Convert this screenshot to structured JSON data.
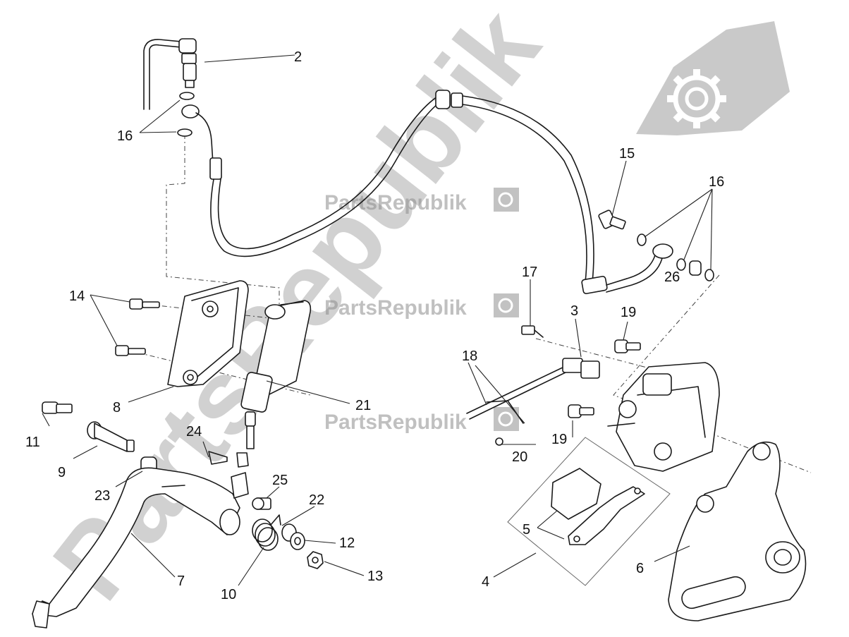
{
  "watermark": {
    "brand": "PartsRepublik",
    "colors": {
      "watermark_gray": "#9a9a9a",
      "line": "#1a1a1a",
      "background": "#ffffff"
    },
    "icons": [
      "gear-icon",
      "flag-icon"
    ]
  },
  "callouts": {
    "c2": "2",
    "c16a": "16",
    "c16b": "16",
    "c15": "15",
    "c14": "14",
    "c17": "17",
    "c3": "3",
    "c19a": "19",
    "c26": "26",
    "c18": "18",
    "c8": "8",
    "c21": "21",
    "c11": "11",
    "c24": "24",
    "c9": "9",
    "c20": "20",
    "c19b": "19",
    "c25": "25",
    "c22": "22",
    "c23": "23",
    "c12": "12",
    "c5": "5",
    "c6": "6",
    "c7": "7",
    "c10": "10",
    "c13": "13",
    "c4": "4"
  }
}
